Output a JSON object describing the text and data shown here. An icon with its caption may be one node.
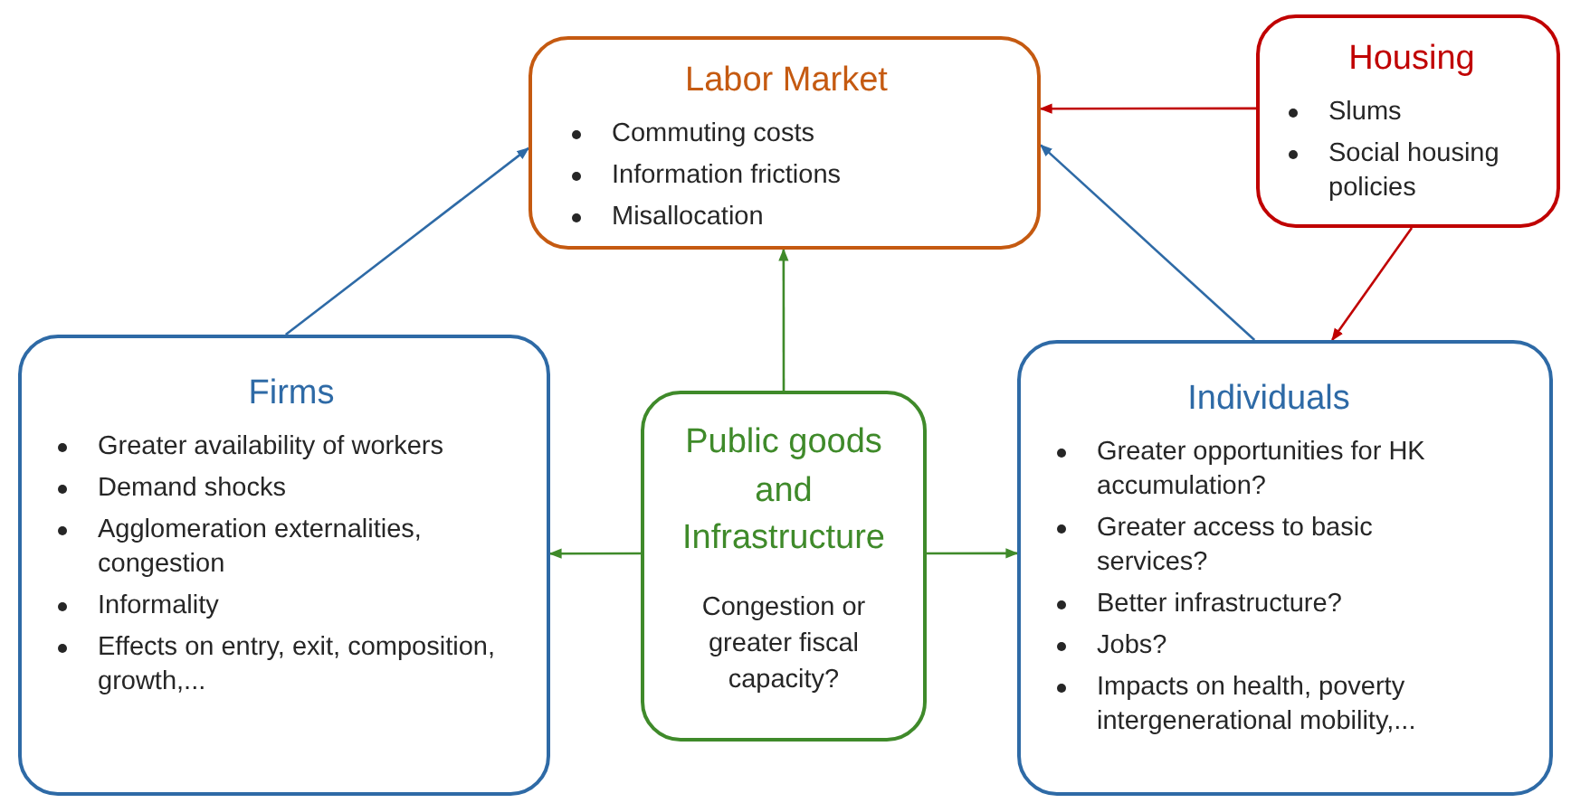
{
  "diagram": {
    "nodes": [
      {
        "text": [
          "Labor Market",
          "Commuting costs",
          "Information frictions",
          "Misallocation"
        ]
      },
      {
        "text": [
          "Housing",
          "Slums",
          "Social housing policies"
        ]
      },
      {
        "text": [
          "Firms",
          "Greater availability of workers",
          "Demand shocks",
          "Agglomeration externalities, congestion",
          "Informality",
          "Effects on entry, exit, composition, growth,..."
        ]
      },
      {
        "text": [
          "Public goods and Infrastructure",
          "Congestion or greater fiscal capacity?"
        ]
      },
      {
        "text": [
          "Individuals",
          "Greater opportunities for HK accumulation?",
          "Greater access to basic services?",
          "Better infrastructure?",
          "Jobs?",
          "Impacts on health, poverty intergenerational mobility,..."
        ]
      }
    ],
    "edges": [
      {
        "from": 2,
        "to": 0,
        "arrow": "to",
        "color": "#2e6aa6"
      },
      {
        "from": 1,
        "to": 0,
        "arrow": "to",
        "color": "#c00000"
      },
      {
        "from": 4,
        "to": 0,
        "arrow": "to",
        "color": "#2e6aa6"
      },
      {
        "from": 1,
        "to": 4,
        "arrow": "to",
        "color": "#c00000"
      },
      {
        "from": 3,
        "to": 0,
        "arrow": "to",
        "color": "#3f8a2a"
      },
      {
        "from": 3,
        "to": 2,
        "arrow": "to",
        "color": "#3f8a2a"
      },
      {
        "from": 3,
        "to": 4,
        "arrow": "to",
        "color": "#3f8a2a"
      }
    ]
  }
}
